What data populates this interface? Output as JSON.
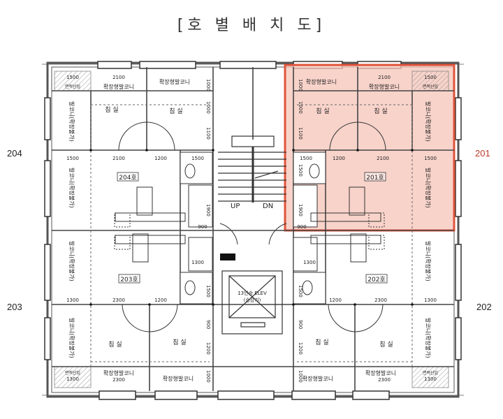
{
  "title": "[호 별 배 치 도]",
  "side_labels": {
    "top_left": "204",
    "top_right": "201",
    "bottom_left": "203",
    "bottom_right": "202"
  },
  "highlight": {
    "unit": "201",
    "fill_color": "#f6c4b8",
    "border_color": "#e0533a",
    "label_color": "#c0392b"
  },
  "units": {
    "u201": {
      "label": "201호",
      "rooms": [
        "침 실",
        "침 실"
      ],
      "balconies": [
        "확장형발코니",
        "확장형발코니"
      ],
      "service": "발코니(확장불가)",
      "outdoor": "면적산입"
    },
    "u202": {
      "label": "202호",
      "rooms": [
        "침 실",
        "침 실"
      ],
      "balconies": [
        "확장형발코니",
        "확장형발코니"
      ],
      "service": "발코니(확장불가)",
      "outdoor": "면적산입"
    },
    "u203": {
      "label": "203호",
      "rooms": [
        "침 실",
        "침 실"
      ],
      "balconies": [
        "확장형발코니",
        "확장형발코니"
      ],
      "service": "발코니(확장불가)",
      "outdoor": "면적산입"
    },
    "u204": {
      "label": "204호",
      "rooms": [
        "침 실",
        "침 실"
      ],
      "balconies": [
        "확장형발코니",
        "확장형발코니"
      ],
      "service": "발코니(확장불가)",
      "outdoor": "면적산입"
    }
  },
  "core": {
    "stair_up": "UP",
    "stair_down": "DN",
    "elevator": "13인승 ELEV",
    "elevator_sub": "(승강기)"
  },
  "dimensions": {
    "top_row": [
      "1500",
      "2100",
      "2100",
      "1500"
    ],
    "mid_row_left": [
      "1500",
      "2100",
      "1200",
      "1500"
    ],
    "mid_row_right": [
      "1500",
      "1200",
      "2100",
      "1500"
    ],
    "lower_row_left": [
      "1300",
      "2300",
      "1200"
    ],
    "lower_row_right": [
      "1200",
      "2300",
      "1300"
    ],
    "bottom_row": [
      "1300",
      "2300",
      "2300",
      "1300"
    ],
    "vertical_right_top": [
      "1000",
      "1000",
      "1100"
    ],
    "vertical_core": [
      "1500",
      "1900",
      "900",
      "1300",
      "1500",
      "1500",
      "900",
      "1200",
      "1000"
    ],
    "small": [
      "900",
      "1300"
    ]
  }
}
